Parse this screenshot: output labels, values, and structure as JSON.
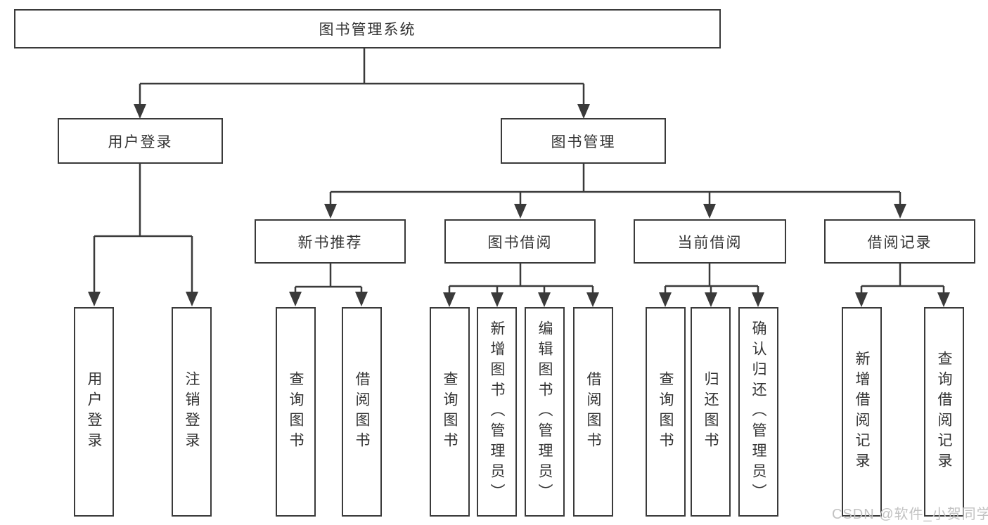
{
  "colors": {
    "line": "#3a3a3a",
    "text": "#333333",
    "watermark": "#c2c2c2",
    "background": "#ffffff"
  },
  "root": {
    "label": "图书管理系统"
  },
  "level2": [
    {
      "label": "用户登录"
    },
    {
      "label": "图书管理"
    }
  ],
  "level3": [
    {
      "label": "新书推荐"
    },
    {
      "label": "图书借阅"
    },
    {
      "label": "当前借阅"
    },
    {
      "label": "借阅记录"
    }
  ],
  "leaves": {
    "user_login": [
      "用户登录",
      "注销登录"
    ],
    "new_book": [
      "查询图书",
      "借阅图书"
    ],
    "book_borrow": [
      "查询图书",
      "新增图书（管理员）",
      "编辑图书（管理员）",
      "借阅图书"
    ],
    "current_borrow": [
      "查询图书",
      "归还图书",
      "确认归还（管理员）"
    ],
    "borrow_record": [
      "新增借阅记录",
      "查询借阅记录"
    ]
  },
  "watermark": {
    "label": "CSDN @软件_小贺同学"
  }
}
